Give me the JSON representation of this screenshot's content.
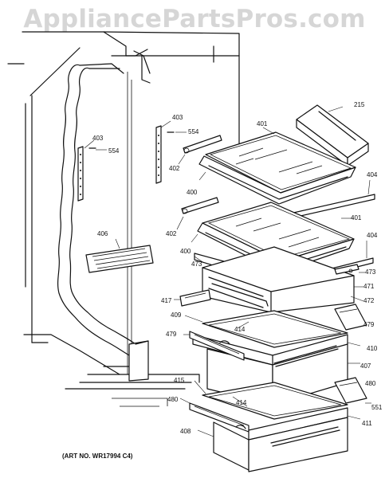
{
  "watermark": "AppliancePartsPros.com",
  "art_number": "(ART NO. WR17994 C4)",
  "callouts": {
    "c215": "215",
    "c401a": "401",
    "c401b": "401",
    "c403a": "403",
    "c403b": "403",
    "c554a": "554",
    "c554b": "554",
    "c402a": "402",
    "c402b": "402",
    "c400a": "400",
    "c400b": "400",
    "c404a": "404",
    "c404b": "404",
    "c406": "406",
    "c473a": "473",
    "c473b": "473",
    "c471": "471",
    "c472": "472",
    "c417": "417",
    "c409": "409",
    "c479a": "479",
    "c479b": "479",
    "c414a": "414",
    "c414b": "414",
    "c410": "410",
    "c407": "407",
    "c415": "415",
    "c480a": "480",
    "c480b": "480",
    "c551": "551",
    "c411": "411",
    "c408": "408"
  }
}
